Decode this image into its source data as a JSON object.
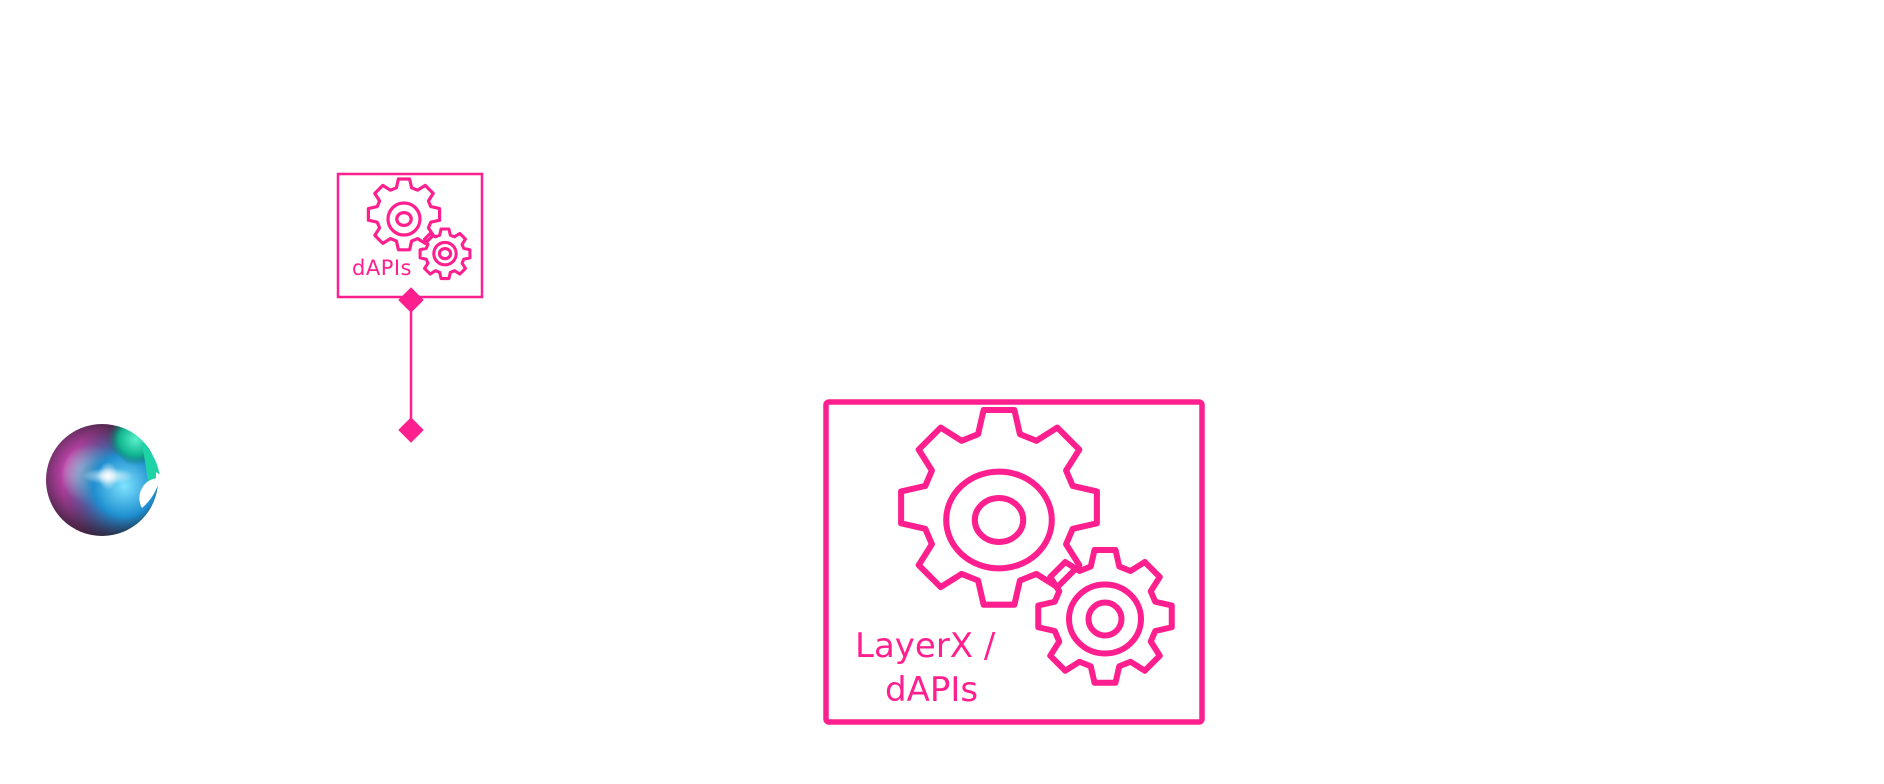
{
  "colors": {
    "accent": "#ff1f8f"
  },
  "nodes": {
    "dapis_small": {
      "icon": "gears-icon",
      "label": "dAPIs"
    },
    "layerx_dapis": {
      "icon": "gears-icon",
      "label_line1": "LayerX /",
      "label_line2": "dAPIs"
    },
    "siri": {
      "icon": "siri-orb-icon"
    }
  },
  "connectors": [
    {
      "from": "dapis_small",
      "style": "diamond-ended line"
    }
  ]
}
